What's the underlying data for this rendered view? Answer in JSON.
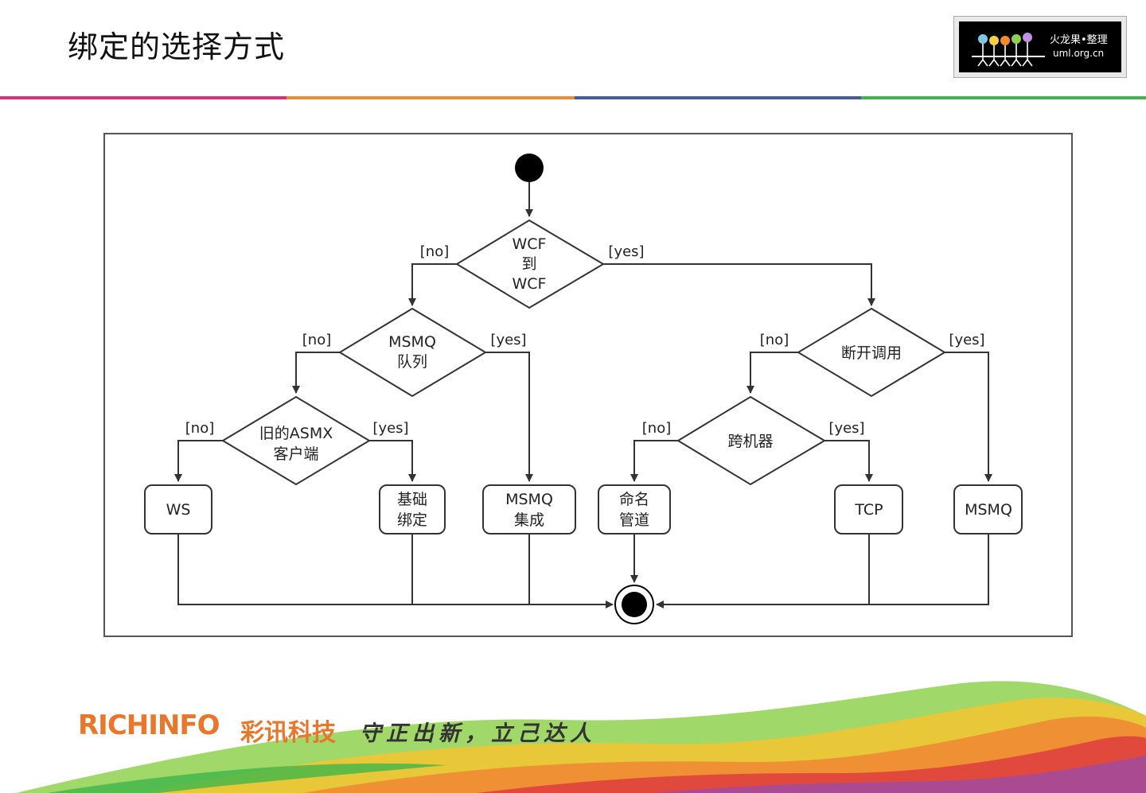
{
  "slide": {
    "title": "绑定的选择方式"
  },
  "logo": {
    "line1": "火龙果•整理",
    "line2": "uml.org.cn"
  },
  "footer": {
    "brand": "RICHINFO",
    "brand_cn": "彩讯科技",
    "slogan": "守正出新，立己达人"
  },
  "colors": {
    "rule": [
      "#d6307e",
      "#ef8a34",
      "#465a9e",
      "#3fb54a"
    ],
    "brand": "#e8762b",
    "stroke": "#333333"
  },
  "diagram": {
    "decisions": {
      "wcf": [
        "WCF",
        "到",
        "WCF"
      ],
      "msmq_queue": [
        "MSMQ",
        "队列"
      ],
      "asmx": [
        "旧的ASMX",
        "客户端"
      ],
      "disconnected": [
        "断开调用"
      ],
      "cross_machine": [
        "跨机器"
      ]
    },
    "actions": {
      "ws": [
        "WS"
      ],
      "basic": [
        "基础",
        "绑定"
      ],
      "msmq_integration": [
        "MSMQ",
        "集成"
      ],
      "named_pipe": [
        "命名",
        "管道"
      ],
      "tcp": [
        "TCP"
      ],
      "msmq": [
        "MSMQ"
      ]
    },
    "guards": {
      "no": "[no]",
      "yes": "[yes]"
    }
  }
}
